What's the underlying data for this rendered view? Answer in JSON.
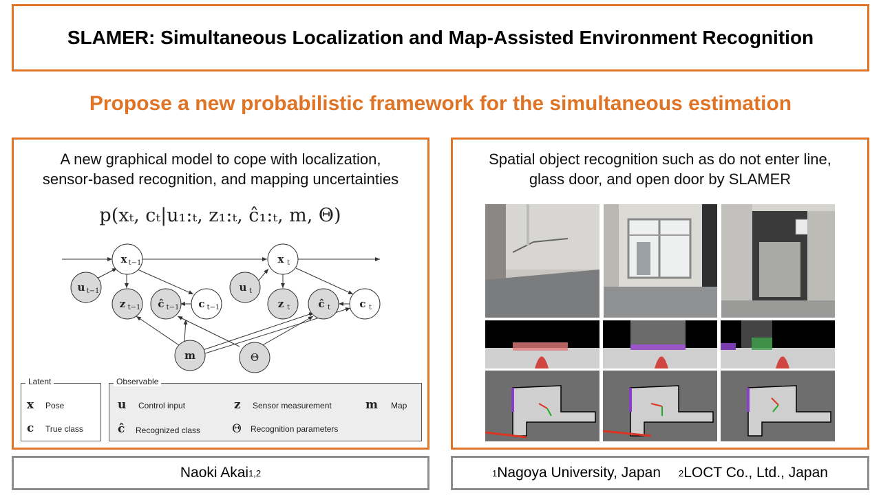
{
  "title": "SLAMER: Simultaneous Localization and Map-Assisted Environment Recognition",
  "subtitle": "Propose a new probabilistic framework for the simultaneous estimation",
  "left_panel": {
    "heading_line1": "A new graphical model to cope with localization,",
    "heading_line2": "sensor-based recognition, and mapping uncertainties",
    "formula": "p(xₜ, cₜ|u₁:ₜ, z₁:ₜ, ĉ₁:ₜ, m, Θ)"
  },
  "graph": {
    "nodes": {
      "x_prev": "x",
      "x_prev_sub": "t−1",
      "u_prev": "u",
      "u_prev_sub": "t−1",
      "z_prev": "z",
      "z_prev_sub": "t−1",
      "chat_prev": "ĉ",
      "chat_prev_sub": "t−1",
      "c_prev": "c",
      "c_prev_sub": "t−1",
      "x_t": "x",
      "x_t_sub": "t",
      "u_t": "u",
      "u_t_sub": "t",
      "z_t": "z",
      "z_t_sub": "t",
      "chat_t": "ĉ",
      "chat_t_sub": "t",
      "c_t": "c",
      "c_t_sub": "t",
      "m": "m",
      "theta": "Θ"
    }
  },
  "legend": {
    "latent_title": "Latent",
    "observable_title": "Observable",
    "latent_items": [
      {
        "symbol": "x",
        "label": "Pose"
      },
      {
        "symbol": "c",
        "label": "True class"
      }
    ],
    "observable_items": [
      {
        "symbol": "u",
        "label": "Control input"
      },
      {
        "symbol": "z",
        "label": "Sensor measurement"
      },
      {
        "symbol": "m",
        "label": "Map"
      },
      {
        "symbol": "ĉ",
        "label": "Recognized class"
      },
      {
        "symbol": "Θ",
        "label": "Recognition parameters"
      }
    ]
  },
  "right_panel": {
    "heading_line1": "Spatial object recognition such as do not enter line,",
    "heading_line2": "glass door, and open door by SLAMER"
  },
  "author": {
    "name": "Naoki Akai",
    "sup": "1,2"
  },
  "affiliations": [
    {
      "sup": "1",
      "name": "Nagoya University, Japan"
    },
    {
      "sup": "2",
      "name": "LOCT Co., Ltd., Japan"
    }
  ],
  "colors": {
    "accent": "#e07426",
    "node_fill": "#d9d9d9",
    "border_gray": "#8c8c8c"
  }
}
